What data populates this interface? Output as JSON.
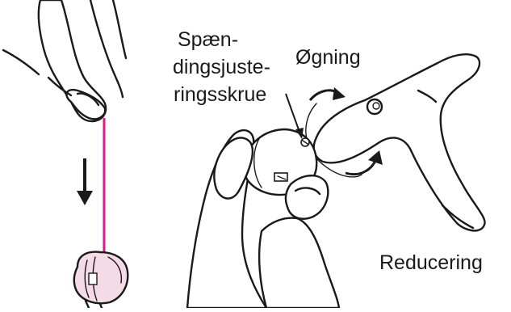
{
  "labels": {
    "screw_line1": "Spæn-",
    "screw_line2": "dingsjuste-",
    "screw_line3": "ringsskrue",
    "increase": "Øgning",
    "decrease": "Reducering"
  },
  "colors": {
    "thread": "#e0158c",
    "bobbin_case": "#f4dbe6",
    "ink": "#1a1a1a"
  },
  "icons": {
    "down_arrow": "down-arrow-icon",
    "increase_arrow": "curved-arrow-clockwise-icon",
    "decrease_arrow": "curved-arrow-counterclockwise-icon"
  }
}
